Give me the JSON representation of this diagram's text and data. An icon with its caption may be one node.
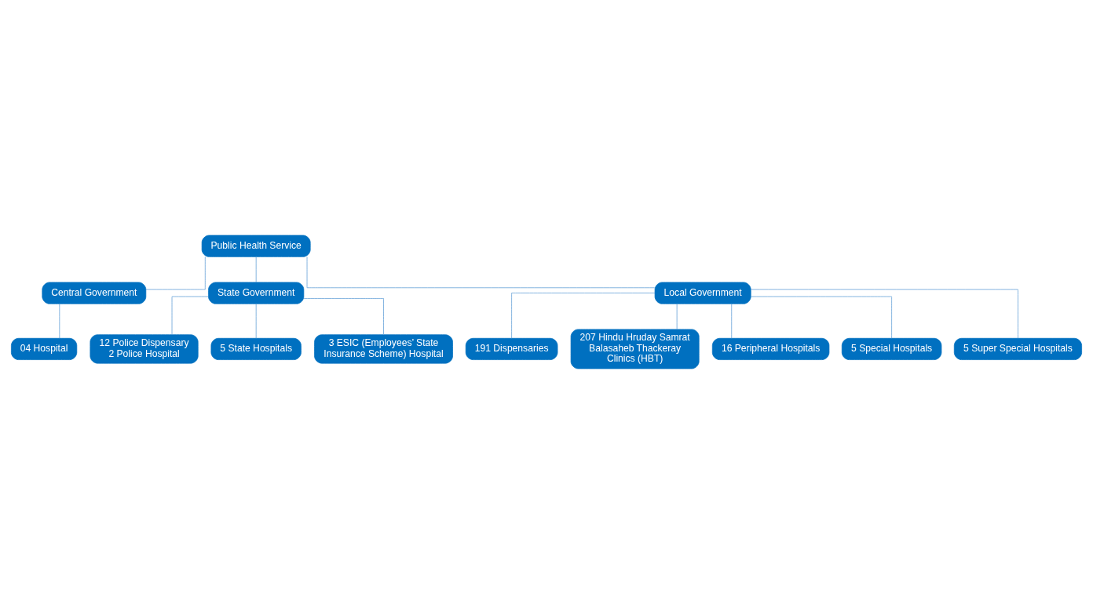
{
  "diagram": {
    "nodes": [
      {
        "text": [
          "Public Health Service"
        ]
      },
      {
        "text": [
          "Central Government"
        ]
      },
      {
        "text": [
          "State Government"
        ]
      },
      {
        "text": [
          "Local Government"
        ]
      },
      {
        "text": [
          "04 Hospital"
        ]
      },
      {
        "text": [
          "12 Police Dispensary",
          "2 Police Hospital"
        ]
      },
      {
        "text": [
          "5 State Hospitals"
        ]
      },
      {
        "text": [
          "3 ESIC (Employees’ State Insurance Scheme) Hospital"
        ]
      },
      {
        "text": [
          "191 Dispensaries"
        ]
      },
      {
        "text": [
          "207 Hindu Hruday Samrat Balasaheb Thackeray Clinics (HBT)"
        ]
      },
      {
        "text": [
          "16 Peripheral Hospitals"
        ]
      },
      {
        "text": [
          "5 Special Hospitals"
        ]
      },
      {
        "text": [
          "5 Super Special Hospitals"
        ]
      }
    ],
    "edges": [
      {
        "from": 0,
        "to": 1,
        "arrow": "none"
      },
      {
        "from": 0,
        "to": 2,
        "arrow": "none"
      },
      {
        "from": 0,
        "to": 3,
        "arrow": "none"
      },
      {
        "from": 1,
        "to": 4,
        "arrow": "none"
      },
      {
        "from": 2,
        "to": 5,
        "arrow": "none"
      },
      {
        "from": 2,
        "to": 6,
        "arrow": "none"
      },
      {
        "from": 2,
        "to": 7,
        "arrow": "none"
      },
      {
        "from": 3,
        "to": 8,
        "arrow": "none"
      },
      {
        "from": 3,
        "to": 9,
        "arrow": "none"
      },
      {
        "from": 3,
        "to": 10,
        "arrow": "none"
      },
      {
        "from": 3,
        "to": 11,
        "arrow": "none"
      },
      {
        "from": 3,
        "to": 12,
        "arrow": "none"
      }
    ]
  }
}
